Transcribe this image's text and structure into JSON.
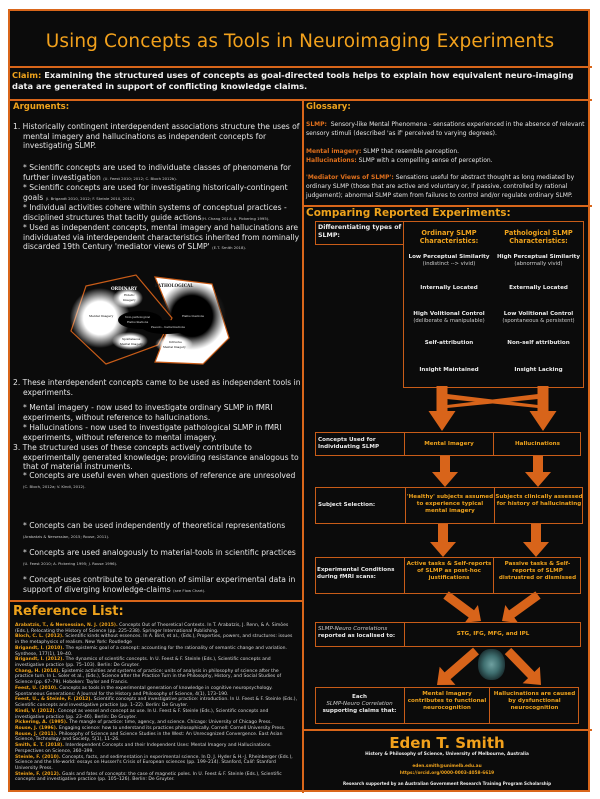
{
  "title": "Using Concepts as Tools in Neuroimaging Experiments",
  "claim": {
    "label": "Claim:",
    "text": "Examining the structured uses of concepts as goal-directed tools helps to explain how equivalent neuro-imaging data are generated in support of conflicting knowledge claims."
  },
  "arguments": {
    "heading": "Arguments:",
    "p1": "1. Historically contingent interdependent associations structure the uses of mental imagery and hallucinations as independent concepts for investigating SLMP.",
    "p1a": "* Scientific concepts are used to individuate classes of phenomena for further investigation",
    "p1a_cite": "(U. Feest 2010; 2012; C. Bloch 2012b).",
    "p1b": "* Scientific concepts are used for investigating historically-contingent goals",
    "p1b_cite": "(I. Brigandt 2010, 2012; F. Steinle 2010, 2012).",
    "p1c": "* Individual activities cohere within systems of conceptual practices - disciplined structures that tacitly guide actions",
    "p1c_cite": "(H. Chang 2014; A. Pickering 1995).",
    "p1d": "* Used as independent concepts, mental imagery and hallucinations are individuated via interdependent characteristics inherited from nominally discarded 19th Century 'mediator views of SLMP'",
    "p1d_cite": "(E.T. Smith 2018).",
    "venn": {
      "ordinary": "ORDINARY",
      "pathological": "PATHOLOGICAL",
      "eidetic": "Eidetic",
      "eidetic2": "Imagery",
      "mental": "Mental Imagery",
      "nonpath": "Non-pathological",
      "nonpath2": "Hallucinations",
      "pseudo": "Pseudo - hallucinations",
      "hallucinations": "Hallucinations",
      "spont": "Spontaneous",
      "spont2": "Mental Imagery",
      "intrusive": "Intrusive",
      "intrusive2": "Mental Imagery"
    },
    "p2": "2. These interdependent concepts came to be used as independent tools in experiments.",
    "p2a": "* Mental imagery - now used to investigate ordinary SLMP in fMRI experiments, without reference to hallucinations.",
    "p2b": "* Hallucinations - now used to investigate pathological SLMP in fMRI experiments, without reference to mental imagery.",
    "p3": "3. The structured uses of these concepts actively contribute to experimentally generated knowledge; providing resistance analogous to that of material instruments.",
    "p3a": "* Concepts are useful even when questions of reference are unresolved",
    "p3a_cite": "(C. Bloch, 2012a; V. Kindi, 2012).",
    "p3b": "* Concepts can be used independently of theoretical representations",
    "p3b_cite": "(Arabatzis & Nersessian, 2015; Rouse, 2011).",
    "p3c": "* Concepts are used analogously to material-tools in scientific practices",
    "p3c_cite": "(U. Feest 2010; A. Pickering 1995; J. Rouse 1996).",
    "p3d": "* Concept-uses contribute to generation of similar experimental data in support of diverging knowledge-claims",
    "p3d_cite": "(see Flow Chart)."
  },
  "references": {
    "heading": "Reference List:",
    "items": [
      {
        "author": "Arabatzis, T., & Nersessian, N. J. (2015).",
        "text": "Concepts Out of Theoretical Contexts. In T. Arabatzis, J. Renn, & A. Simões (Eds.), Relocating the History of Science (pp. 225–238). Springer International Publishing."
      },
      {
        "author": "Bloch, C. L. (2012).",
        "text": "Scientific kinds without essences. In A. Bird, et al., (Eds.), Properties, powers, and structures: issues in the metaphysics of realism. New York: Routledge"
      },
      {
        "author": "Brigandt, I. (2010).",
        "text": "The epistemic goal of a concept: accounting for the rationality of semantic change and variation. Synthese, 177(1), 19–40."
      },
      {
        "author": "Brigandt, I. (2012).",
        "text": "The dynamics of scientific concepts. In U. Feest & F. Steinle (Eds.), Scientific concepts and investigative practice (pp. 75–103). Berlin: De Gruyter."
      },
      {
        "author": "Chang, H. (2014).",
        "text": "Epistemic activities and systems of practice: units of analysis in philosophy of science after the practice turn. In L. Soler et al., (Eds.), Science after the Practice Turn in the Philosophy, History, and Social Studies of Science (pp. 67–79). Hoboken: Taylor and Francis."
      },
      {
        "author": "Feest, U. (2010).",
        "text": "Concepts as tools in the experimental generation of knowledge in cognitive neuropsychology. Spontaneous Generations: A Journal for the History and Philosophy of Science, 4(1), 173–190."
      },
      {
        "author": "Feest, U., & Steinle, F. (2012).",
        "text": "Scientific concepts and investigative practice: introduction. In U. Feest & F. Steinle (Eds.), Scientific concepts and investigative practice (pp. 1–22). Berlin: De Gruyter."
      },
      {
        "author": "Kindi, V. (2012).",
        "text": "Concept as vessel and concept as use. In U. Feest & F. Steinle (Eds.), Scientific concepts and investigative practice (pp. 23–46). Berlin: De Gruyter."
      },
      {
        "author": "Pickering, A. (1995).",
        "text": "The mangle of practice: time, agency, and science. Chicago: University of Chicago Press."
      },
      {
        "author": "Rouse, J. (1996).",
        "text": "Engaging science: how to understand its practices philosophically. Cornell: Cornell University Press."
      },
      {
        "author": "Rouse, J. (2011).",
        "text": "Philosophy of Science and Science Studies in the West: An Unrecognized Convergence. East Asian Science, Technology and Society, 5(1), 11–26."
      },
      {
        "author": "Smith, E. T. (2018).",
        "text": "Interdependent Concepts and their Independent Uses: Mental Imagery and Hallucinations. Perspectives on Science, 360–399."
      },
      {
        "author": "Steinle, F. (2010).",
        "text": "Concepts, facts, and sedimentation in experimental science. In D. J. Hyder & H.-J. Rheinberger (Eds.), Science and the life-world: essays on Husserl's Crisis of European sciences (pp. 199–214). Stanford, Calif: Stanford University Press."
      },
      {
        "author": "Steinle, F. (2012).",
        "text": "Goals and fates of concepts: the case of magnetic poles. In U. Feest & F. Steinle (Eds.), Scientific concepts and investigative practice (pp. 105–126). Berlin: De Gruyter."
      }
    ]
  },
  "glossary": {
    "heading": "Glossary:",
    "slmp_term": "SLMP:",
    "slmp_def": "Sensory-like Mental Phenomena - sensations experienced in the absence of relevant sensory stimuli (described 'as if' perceived to varying degrees).",
    "mi_term": "Mental imagery:",
    "mi_def": "SLMP that resemble perception.",
    "hal_term": "Hallucinations:",
    "hal_def": "SLMP with a compelling sense of perception.",
    "med_term": "'Mediator Views of SLMP':",
    "med_def": "Sensations useful for abstract thought as long mediated by ordinary SLMP (those that are active and voluntary or, if passive, controlled by rational judgement); abnormal SLMP stem from failures to control and/or regulate ordinary SLMP."
  },
  "comparing": {
    "heading": "Comparing Reported Experiments:",
    "diff_label": "Differentiating types of SLMP:",
    "ordinary_header": "Ordinary SLMP Characteristics:",
    "pathological_header": "Pathological SLMP Characteristics:",
    "rows": [
      {
        "ord": "Low Perceptual Similarity",
        "ord_sub": "(indistinct --> vivid)",
        "path": "High Perceptual Similarity",
        "path_sub": "(abnormally vivid)"
      },
      {
        "ord": "Internally Located",
        "ord_sub": "",
        "path": "Externally Located",
        "path_sub": ""
      },
      {
        "ord": "High Volitional Control",
        "ord_sub": "(deliberate & manipulable)",
        "path": "Low Volitional Control",
        "path_sub": "(spontaneous & persistent)"
      },
      {
        "ord": "Self-attribution",
        "ord_sub": "",
        "path": "Non-self attribution",
        "path_sub": ""
      },
      {
        "ord": "Insight Maintained",
        "ord_sub": "",
        "path": "Insight Lacking",
        "path_sub": ""
      }
    ],
    "concepts_label": "Concepts Used for Individuating SLMP",
    "concepts_ord": "Mental Imagery",
    "concepts_path": "Hallucinations",
    "subject_label": "Subject Selection:",
    "subject_ord": "'Healthy' subjects assumed to experience typical mental imagery",
    "subject_path": "Subjects clinically assessed for history of hallucinating",
    "exp_label": "Experimental Conditions during fMRI scans:",
    "exp_ord": "Active tasks & Self-reports of SLMP as post-hoc justifications",
    "exp_path": "Passive tasks & Self-reports of SLMP distrustred or dismissed",
    "neuro_label_italic": "SLMP-Neuro Correlations",
    "neuro_label": "reported as localised to:",
    "neuro_value": "STG, IFG, MFG, and IPL",
    "each_label_1": "Each",
    "each_label_italic": "SLMP-Neuro Correlation",
    "each_label_2": "supporting claims that:",
    "claim_ord": "Mental Imagery contributes to functional neurocognition",
    "claim_path": "Hallucinations are caused by dysfunctional neurocognition"
  },
  "footer": {
    "name": "Eden T. Smith",
    "affiliation": "History & Philosophy of Science, University of Melbourne, Australia",
    "email": "eden.smith@unimelb.edu.au",
    "orcid": "https://orcid.org/0000-0003-4058-6619",
    "funding": "Research supported by an Australian Government Research Training Program Scholarship"
  },
  "colors": {
    "border": "#d9661a",
    "title": "#f2a11c",
    "arrow": "#d8641a",
    "background": "#0b0b0b"
  }
}
